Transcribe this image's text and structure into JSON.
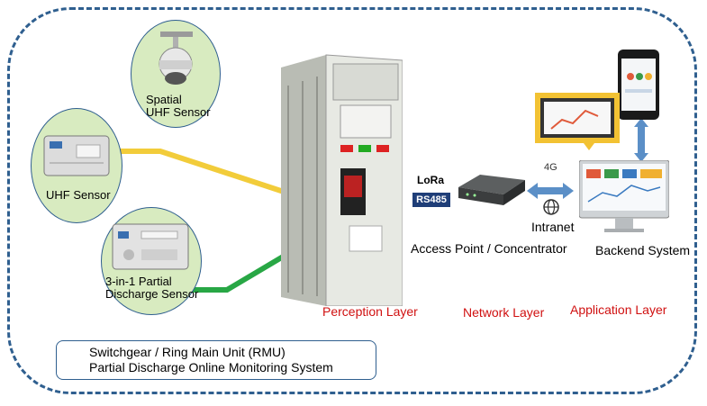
{
  "sensors": {
    "spatial": "Spatial\nUHF Sensor",
    "uhf": "UHF Sensor",
    "partial": "3-in-1 Partial\nDischarge Sensor"
  },
  "badges": {
    "lora": "LoRa",
    "rs485": "RS485",
    "g4": "4G"
  },
  "nodes": {
    "access_point": "Access Point / Concentrator",
    "intranet": "Intranet",
    "backend": "Backend System"
  },
  "layers": {
    "perception": "Perception Layer",
    "network": "Network Layer",
    "application": "Application Layer"
  },
  "caption": {
    "line1": "Switchgear / Ring Main Unit (RMU)",
    "line2": "Partial Discharge Online Monitoring System"
  },
  "colors": {
    "frame": "#2f5f8f",
    "wire_yellow": "#f2cc3a",
    "wire_green": "#28a745",
    "layer_text": "#d01010",
    "bubble": "#d8ebc0"
  }
}
